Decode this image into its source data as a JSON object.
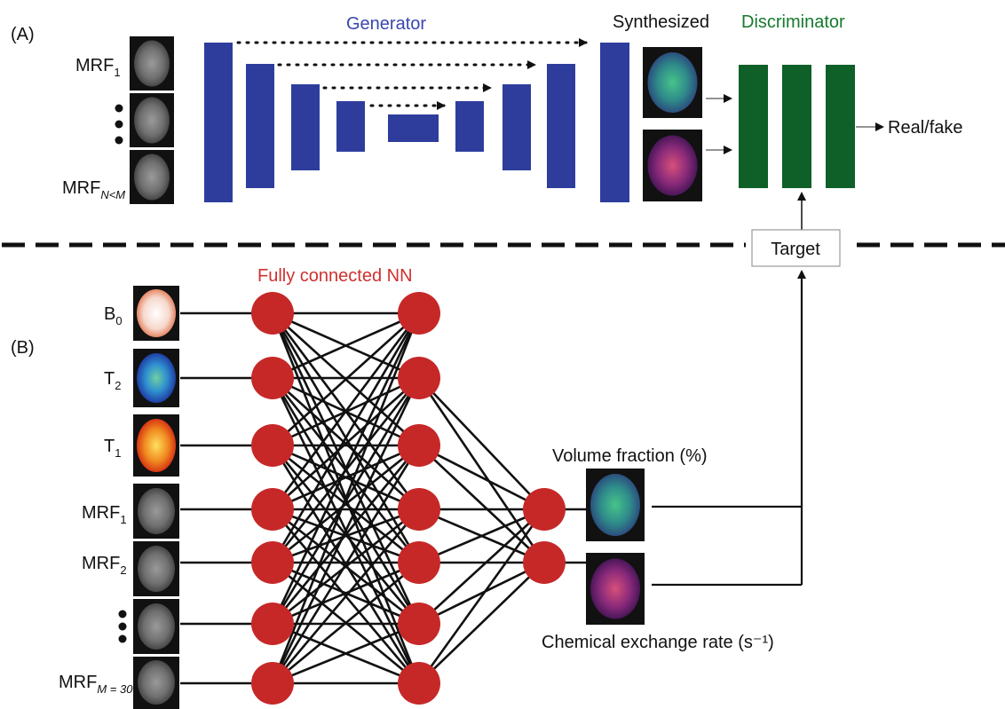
{
  "panelA": {
    "tag": "(A)",
    "generator_title": "Generator",
    "synthesized_label": "Synthesized",
    "discriminator_title": "Discriminator",
    "output_label": "Real/fake",
    "inputs": [
      {
        "main": "MRF",
        "sub": "1"
      },
      {
        "main": "MRF",
        "sub": "N<M"
      }
    ]
  },
  "target_label": "Target",
  "panelB": {
    "tag": "(B)",
    "nn_title": "Fully connected NN",
    "inputs": [
      {
        "main": "B",
        "sub": "0"
      },
      {
        "main": "T",
        "sub": "2"
      },
      {
        "main": "T",
        "sub": "1"
      },
      {
        "main": "MRF",
        "sub": "1"
      },
      {
        "main": "MRF",
        "sub": "2"
      },
      {
        "main": "MRF",
        "sub": "M = 30"
      }
    ],
    "output1_label": "Volume fraction (%)",
    "output2_label": "Chemical exchange rate (s⁻¹)"
  },
  "colors": {
    "generator": "#2e3d9c",
    "discriminator": "#0e5f28",
    "neuron": "#c62828",
    "generator_text": "#3a47b0",
    "discriminator_text": "#157a2f",
    "nn_text": "#d03030"
  }
}
